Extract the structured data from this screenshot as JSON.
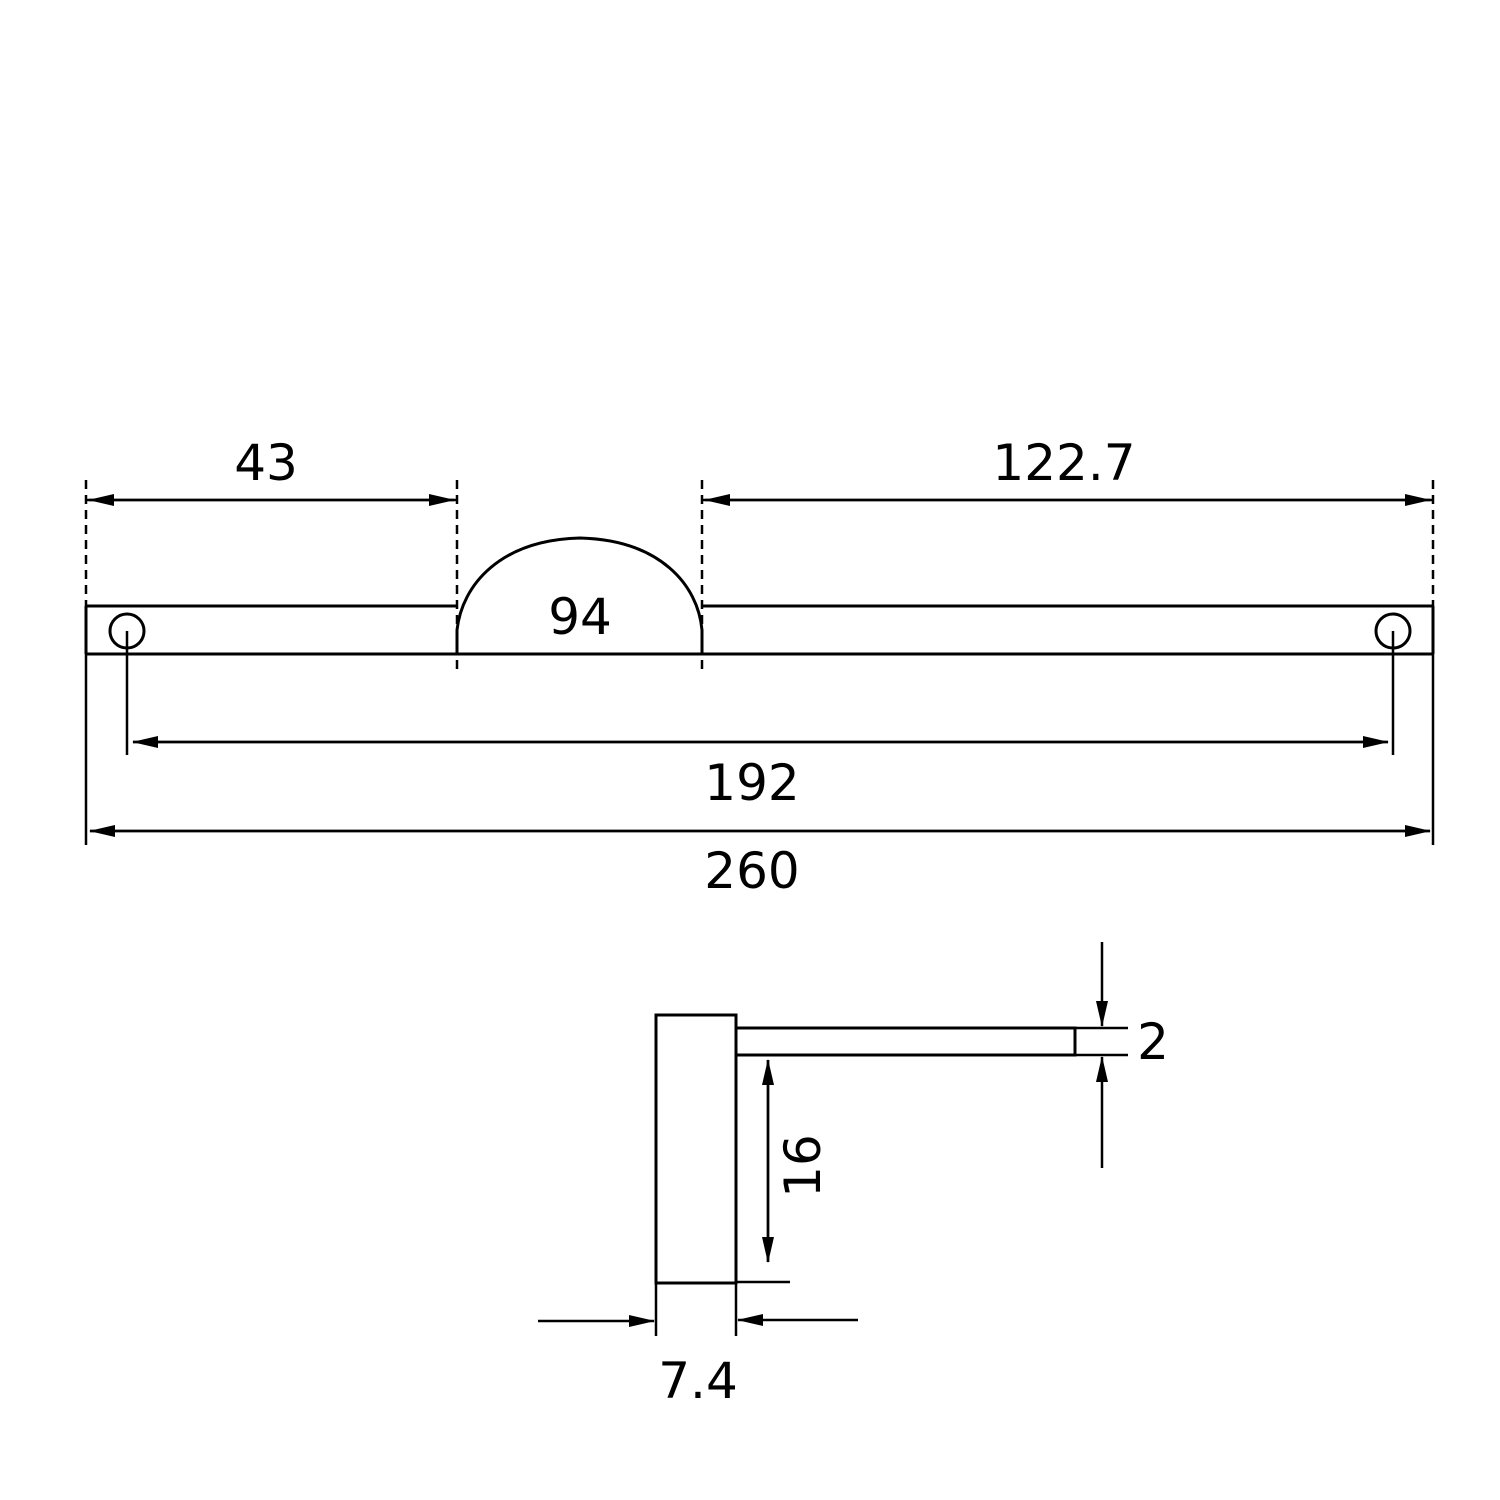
{
  "front_view": {
    "dims": {
      "offset_left": "43",
      "offset_right": "122.7",
      "grip_width": "94",
      "hole_spacing": "192",
      "overall_length": "260"
    }
  },
  "side_view": {
    "dims": {
      "thickness": "2",
      "height": "16",
      "base_width": "7.4"
    }
  }
}
